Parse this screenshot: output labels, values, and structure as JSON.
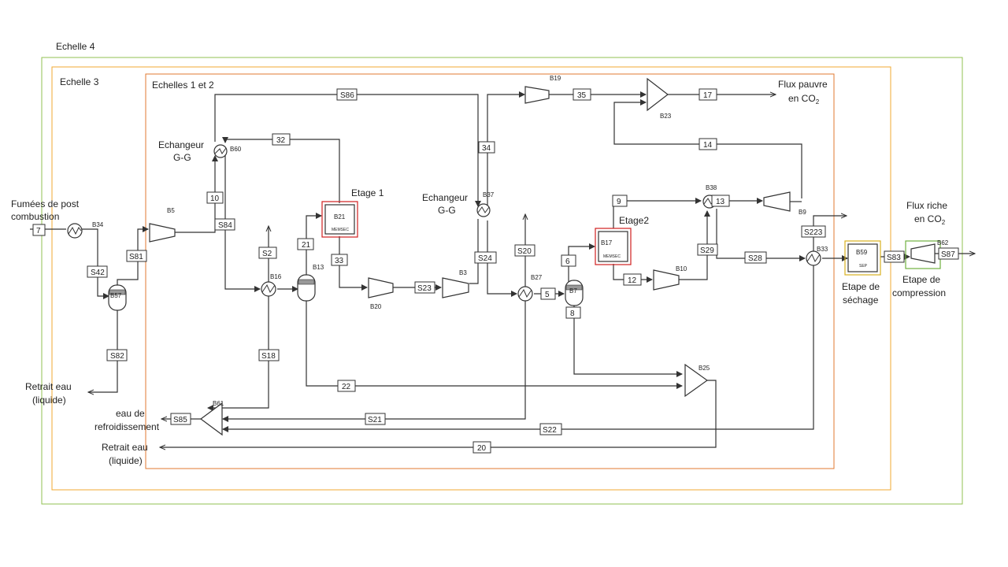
{
  "scales": {
    "scale4": "Echelle 4",
    "scale3": "Echelle 3",
    "scales12": "Echelles 1 et 2",
    "colors": {
      "scale4": "#92c050",
      "scale3": "#f0a830",
      "scales12": "#e07a30",
      "highlight": "#d02020",
      "dry": "#d8b020",
      "comp": "#70b040"
    }
  },
  "labels": {
    "flue_gas_l1": "Fumées de post",
    "flue_gas_l2": "combustion",
    "water_out1_l1": "Retrait eau",
    "water_out1_l2": "(liquide)",
    "cooling_l1": "eau de",
    "cooling_l2": "refroidissement",
    "water_out2_l1": "Retrait eau",
    "water_out2_l2": "(liquide)",
    "hx1_l1": "Echangeur",
    "hx1_l2": "G-G",
    "hx2_l1": "Echangeur",
    "hx2_l2": "G-G",
    "stage1": "Etage 1",
    "stage2": "Etage2",
    "lean_l1": "Flux pauvre",
    "lean_l2": "en CO",
    "lean_sub": "2",
    "rich_l1": "Flux riche",
    "rich_l2": "en CO",
    "rich_sub": "2",
    "drying_l1": "Etape de",
    "drying_l2": "séchage",
    "compression_l1": "Etape de",
    "compression_l2": "compression"
  },
  "blocks": {
    "B34": "B34",
    "B57": "B57",
    "B5": "B5",
    "B60": "B60",
    "B16": "B16",
    "B13": "B13",
    "B21": "B21",
    "B21_sub": "MEMSEC",
    "B20": "B20",
    "B3": "B3",
    "B37": "B37",
    "B19": "B19",
    "B23": "B23",
    "B27": "B27",
    "B7": "B7",
    "B17": "B17",
    "B17_sub": "MEMSEC",
    "B10": "B10",
    "B38": "B38",
    "B9": "B9",
    "B33": "B33",
    "B59": "B59",
    "B59_sub": "SEP",
    "B62": "B62",
    "B25": "B25",
    "B61": "B61"
  },
  "streams": {
    "s7": "7",
    "s42": "S42",
    "s82": "S82",
    "s81": "S81",
    "s84": "S84",
    "s10": "10",
    "s86": "S86",
    "s32": "32",
    "s2": "S2",
    "s18": "S18",
    "s21": "21",
    "s33": "33",
    "s23": "S23",
    "s22": "22",
    "s34": "34",
    "s24": "S24",
    "s35": "35",
    "s17": "17",
    "s14": "14",
    "s20a": "S20",
    "s5": "5",
    "s8": "8",
    "s6": "6",
    "s9": "9",
    "s12": "12",
    "s13": "13",
    "s29": "S29",
    "s28": "S28",
    "s223": "S223",
    "s83": "S83",
    "s87": "S87",
    "s85": "S85",
    "s21b": "S21",
    "s22b": "S22",
    "s20": "20"
  }
}
